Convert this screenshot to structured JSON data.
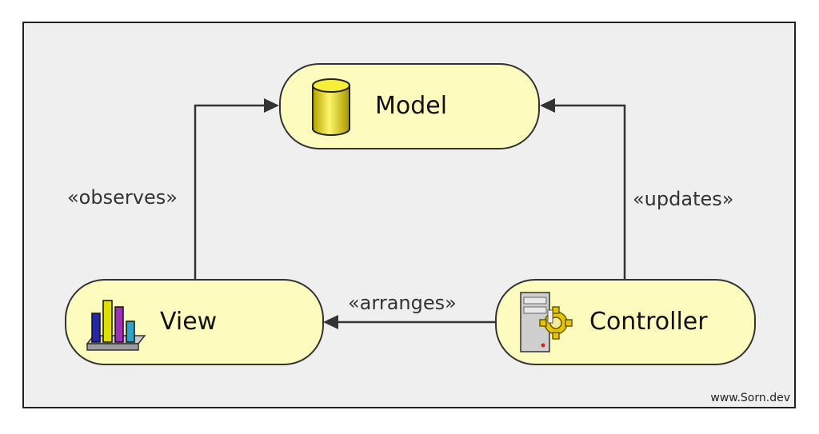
{
  "nodes": {
    "model": {
      "label": "Model",
      "icon": "database-icon"
    },
    "view": {
      "label": "View",
      "icon": "bar-chart-icon"
    },
    "controller": {
      "label": "Controller",
      "icon": "server-gear-icon"
    }
  },
  "edges": {
    "observes": "«observes»",
    "updates": "«updates»",
    "arranges": "«arranges»"
  },
  "credit": "www.Sorn.dev",
  "colors": {
    "node_fill": "#fdfbbd",
    "background": "#efefef",
    "line": "#333333"
  }
}
